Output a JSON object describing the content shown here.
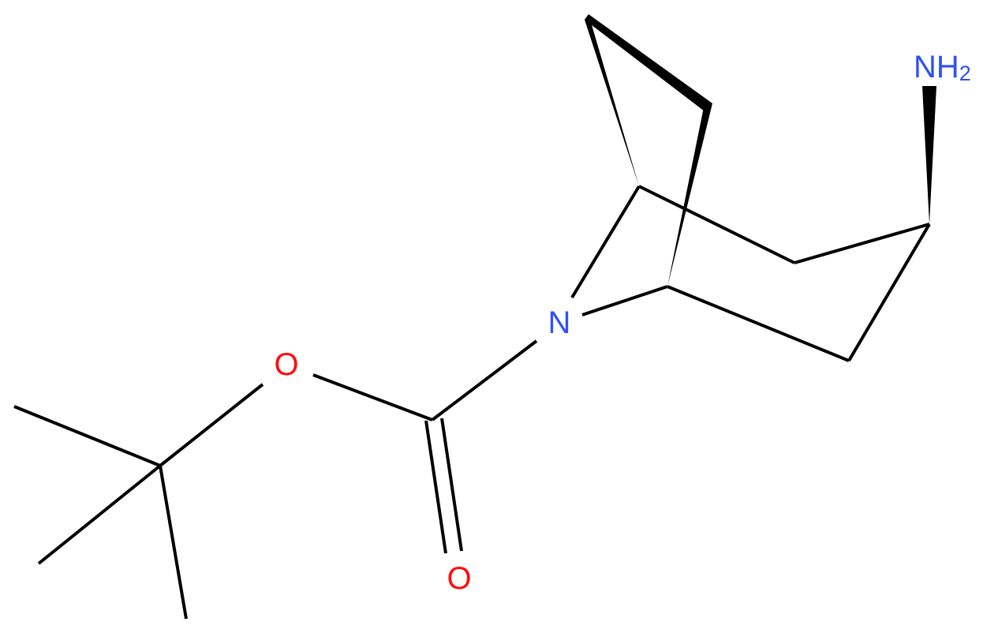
{
  "molecule": {
    "atoms": [
      {
        "id": "N7",
        "symbol": "N",
        "color": "#3050F8"
      },
      {
        "id": "O1",
        "symbol": "O",
        "color": "#FF0D0D"
      },
      {
        "id": "O2",
        "symbol": "O",
        "color": "#FF0D0D"
      },
      {
        "id": "NH2",
        "symbol": "NH",
        "subscript": "2",
        "color": "#3050F8"
      }
    ],
    "bond_color": "#000000"
  }
}
